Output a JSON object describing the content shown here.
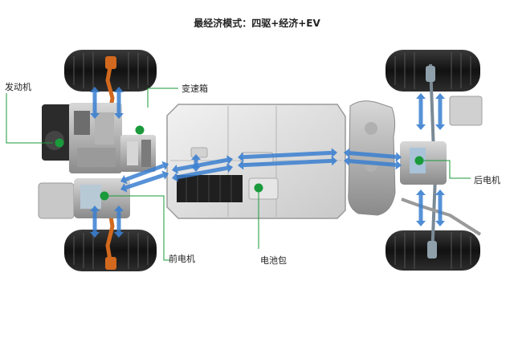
{
  "title": "最经济模式：四驱+经济+EV",
  "labels": {
    "engine": "发动机",
    "gearbox": "变速箱",
    "front_motor": "前电机",
    "battery_pack": "电池包",
    "rear_motor": "后电机"
  },
  "colors": {
    "flow_arrow": "#3a7fd0",
    "component_dot": "#1a9a3a",
    "leader_line": "#1a9a3a",
    "axle_shaft": "#d2691e",
    "tire": "#1c1c1c"
  },
  "icons": [
    "bidirectional-arrow-icon",
    "component-dot-icon"
  ]
}
